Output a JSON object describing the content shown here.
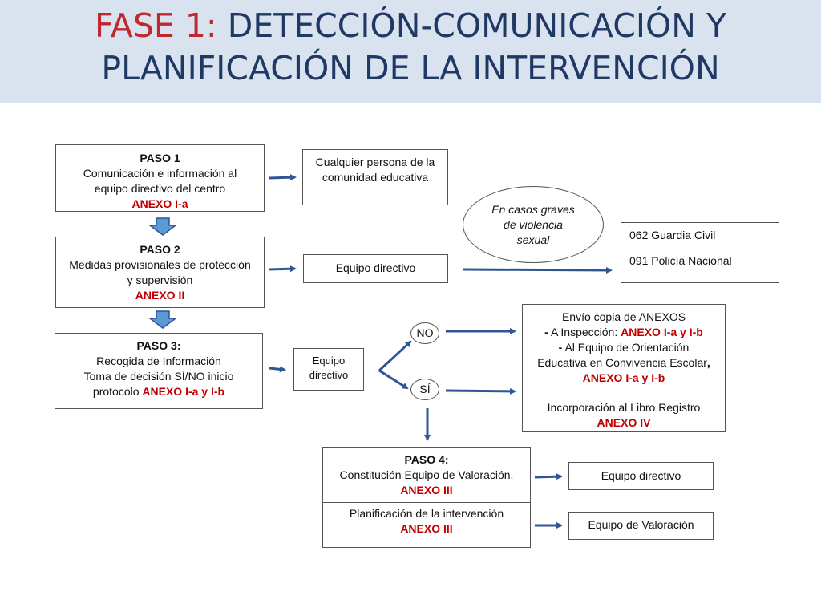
{
  "title": {
    "prefix": "FASE 1:",
    "line1_rest": " DETECCIÓN-COMUNICACIÓN Y",
    "line2": "PLANIFICACIÓN DE LA INTERVENCIÓN"
  },
  "paso1": {
    "heading": "PASO 1",
    "line1": "Comunicación e información al",
    "line2": "equipo directivo del centro",
    "anexo": "ANEXO I-a"
  },
  "paso2": {
    "heading": "PASO 2",
    "line1": "Medidas provisionales de protección",
    "line2": "y supervisión",
    "anexo": "ANEXO II"
  },
  "paso3": {
    "heading": "PASO 3:",
    "line1": "Recogida de Información",
    "line2": "Toma de decisión SÍ/NO inicio",
    "line3_text": "protocolo ",
    "anexo": "ANEXO I-a y I-b"
  },
  "paso4": {
    "heading": "PASO 4:",
    "line1": "Constitución Equipo de Valoración.",
    "anexo": "ANEXO III"
  },
  "planificacion": {
    "line1": "Planificación de la intervención",
    "anexo": "ANEXO III"
  },
  "responsables": {
    "cualquier_line1": "Cualquier persona de la",
    "cualquier_line2": "comunidad educativa",
    "equipo_directivo_1": "Equipo directivo",
    "equipo_directivo_2_line1": "Equipo",
    "equipo_directivo_2_line2": "directivo",
    "equipo_directivo_3": "Equipo directivo",
    "equipo_valoracion": "Equipo de Valoración"
  },
  "casos_graves": {
    "line1": "En casos graves",
    "line2": "de violencia",
    "line3": "sexual"
  },
  "emergencias": {
    "guardia_civil": "062 Guardia Civil",
    "policia": "091 Policía Nacional"
  },
  "decision": {
    "no": "NO",
    "si": "SÍ"
  },
  "envio": {
    "line1": "Envío copia de ANEXOS",
    "line2_dash": "-",
    "line2_text": "  A Inspección: ",
    "line2_anexo": "ANEXO  I-a y I-b",
    "line3_dash": "-",
    "line3_text": "  Al Equipo de Orientación",
    "line4_text": "Educativa en Convivencia Escolar",
    "line4_comma": ",",
    "line5_anexo": "ANEXO I-a y I-b",
    "line6": "Incorporación al Libro Registro",
    "line7_anexo": "ANEXO IV"
  },
  "colors": {
    "header_bg": "#d9e3ef",
    "title_blue": "#1f3864",
    "title_red": "#c0282d",
    "anexo_red": "#c00000",
    "arrow_blue": "#2f5597"
  }
}
